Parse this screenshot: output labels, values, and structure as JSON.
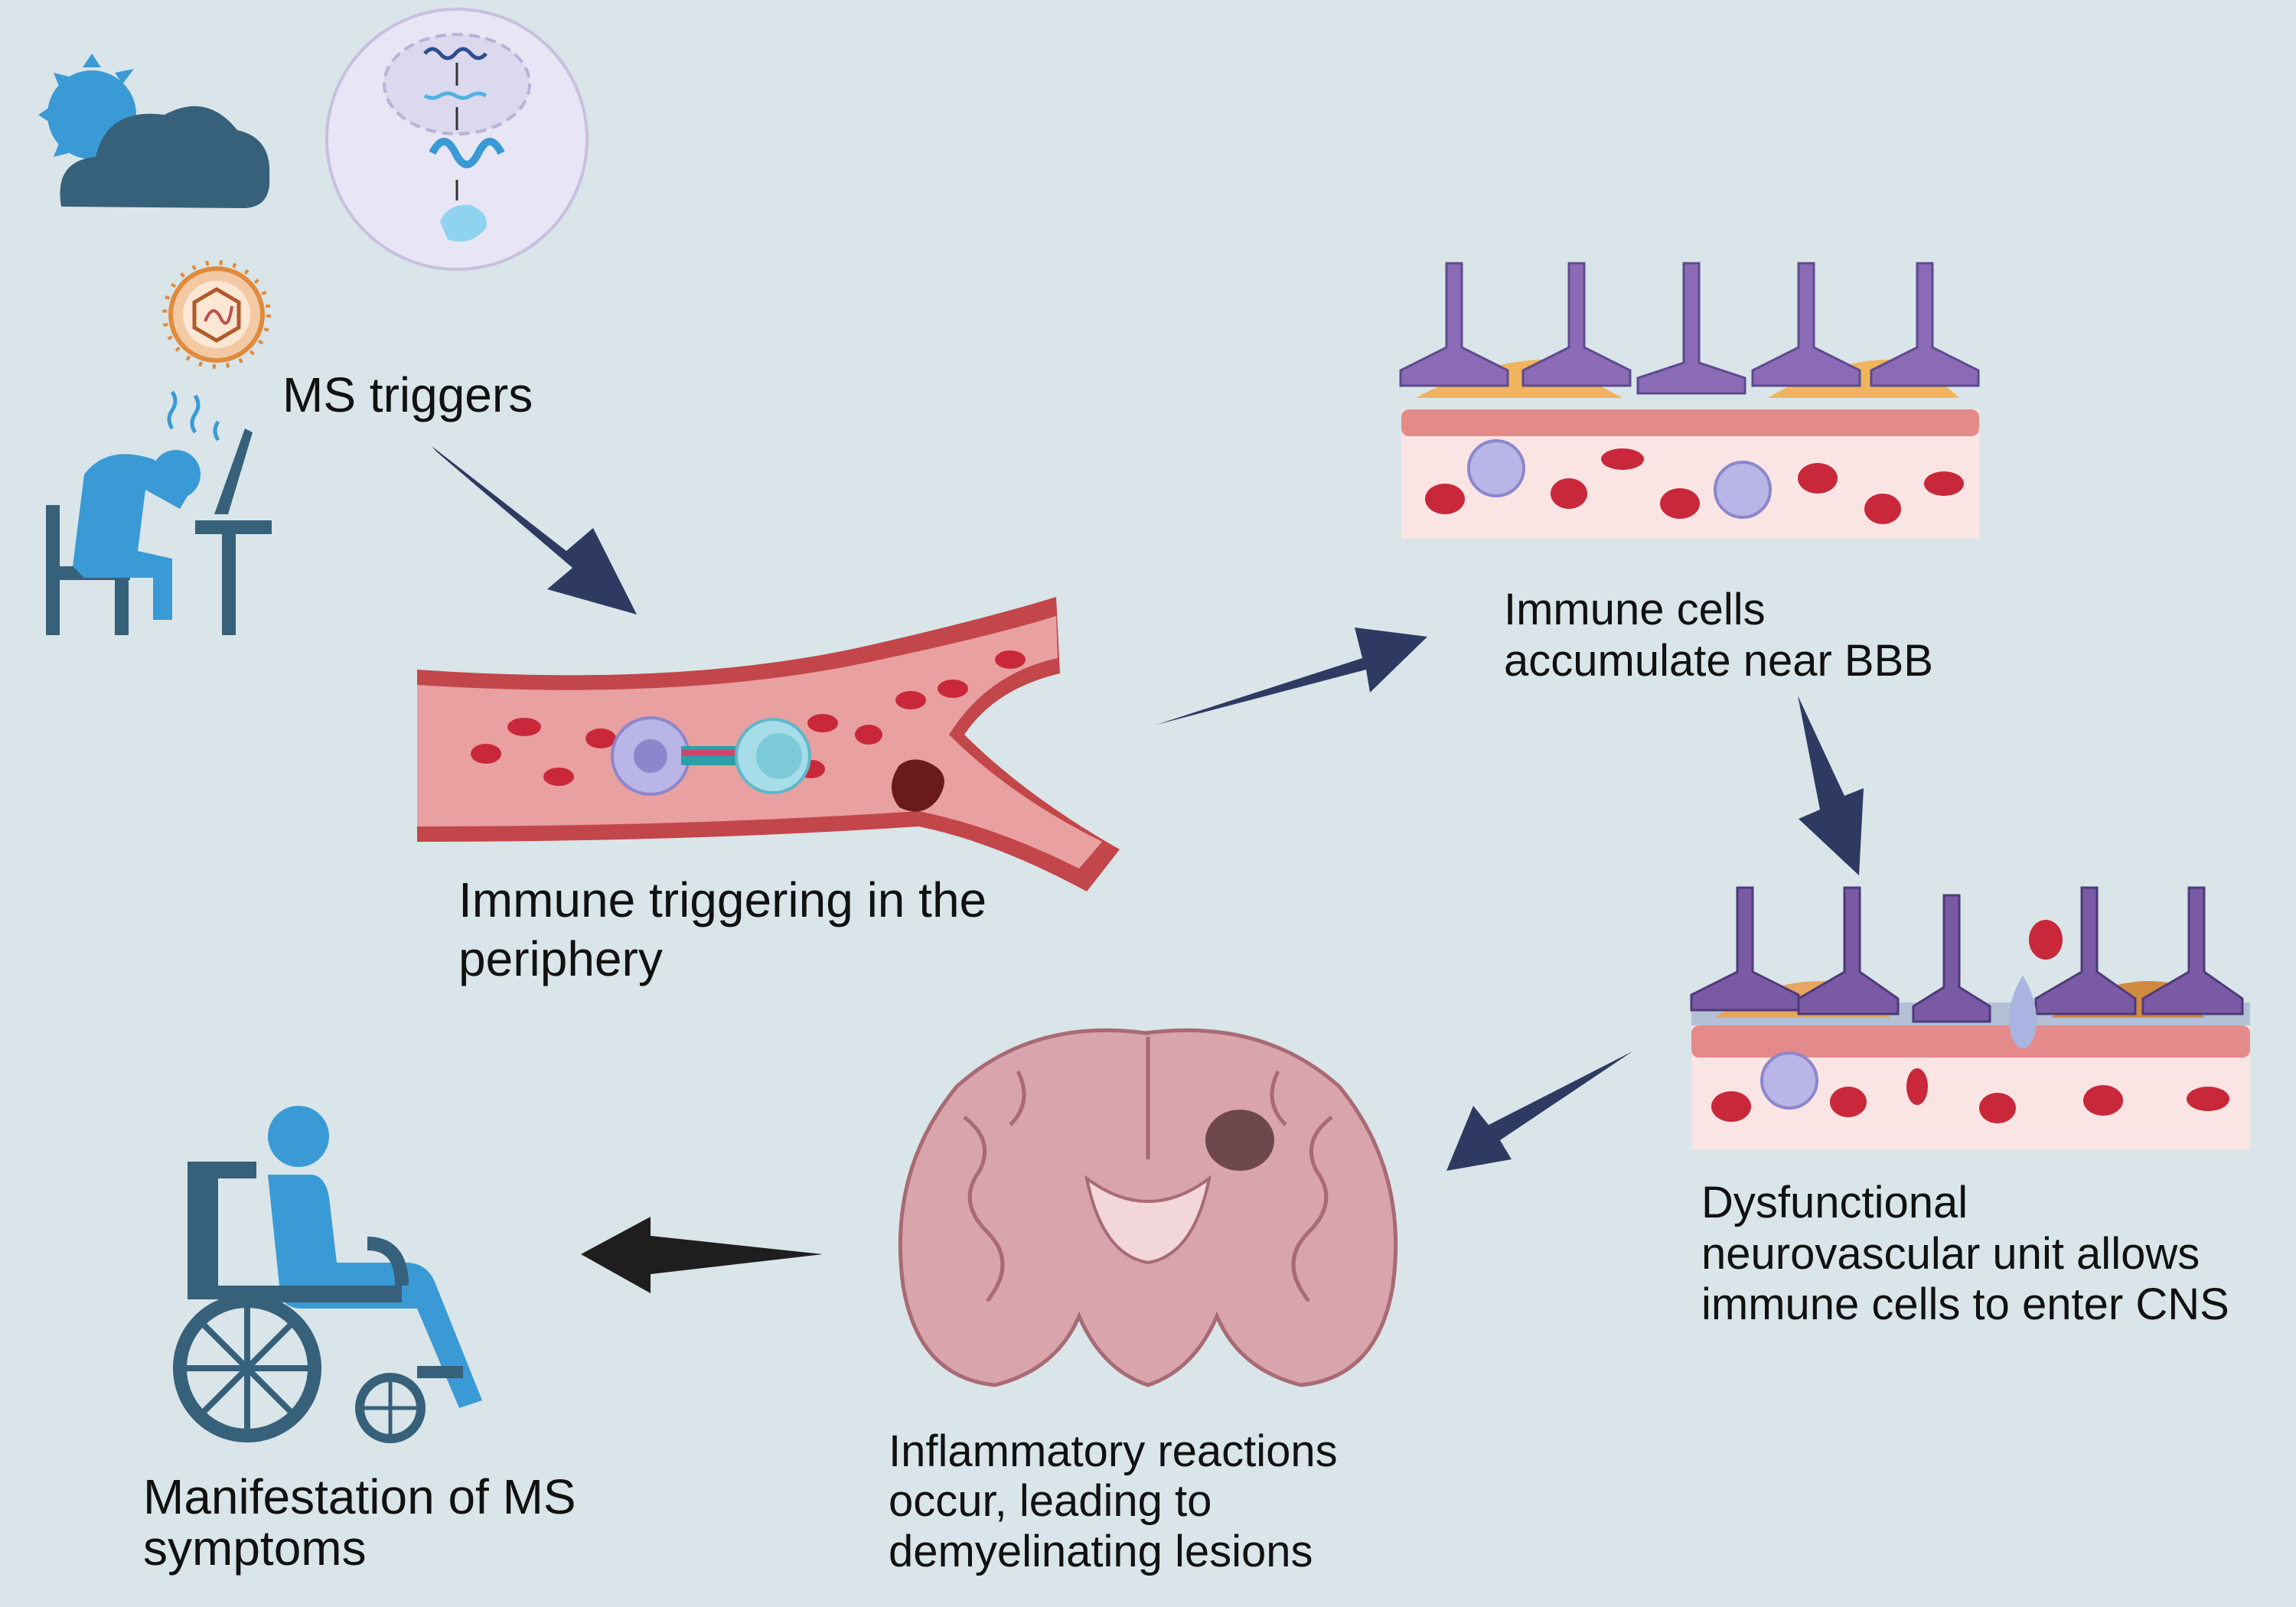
{
  "labels": {
    "triggers": "MS triggers",
    "periphery": [
      "Immune triggering in the",
      "periphery"
    ],
    "bbb": [
      "Immune cells",
      "accumulate near BBB"
    ],
    "dysfunction": [
      "Dysfunctional",
      "neurovascular unit allows",
      "immune cells to enter CNS"
    ],
    "lesions": [
      "Inflammatory reactions",
      "occur, leading to",
      "demyelinating lesions"
    ],
    "symptoms": [
      "Manifestation of MS",
      "symptoms"
    ]
  },
  "colors": {
    "background": "#d9e5e8",
    "arrow": "#2f3a62",
    "final_arrow": "#1e1e1e",
    "icon_dark": "#37607a",
    "icon_light": "#3a9ad6",
    "vessel": "#d9575a",
    "red_cell": "#c8283a",
    "astrocyte": "#8b6bb5"
  },
  "icons": [
    "weather-icon",
    "gene-expression-icon",
    "virus-icon",
    "stressed-person-icon",
    "blood-vessel-illustration",
    "bbb-illustration",
    "dysfunctional-bbb-illustration",
    "brain-section-illustration",
    "wheelchair-icon"
  ]
}
